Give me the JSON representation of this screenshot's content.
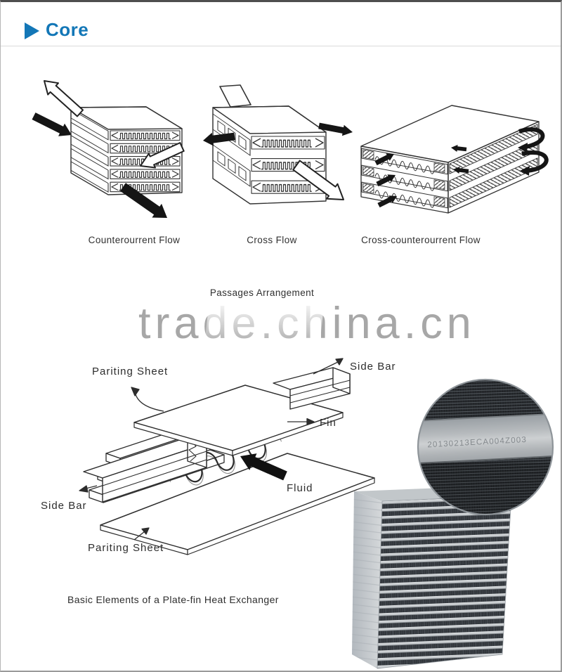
{
  "header": {
    "title": "Core"
  },
  "flow_section": {
    "captions": [
      "Counterourrent Flow",
      "Cross Flow",
      "Cross-counterourrent Flow"
    ],
    "subtitle": "Passages Arrangement"
  },
  "watermark": {
    "text": "trade.china.cn"
  },
  "exploded_diagram": {
    "labels": {
      "pariting_sheet_top": "Pariting Sheet",
      "side_bar_top": "Side Bar",
      "fin": "Fin",
      "fluid": "Fluid",
      "side_bar_left": "Side Bar",
      "pariting_sheet_bottom": "Pariting Sheet"
    },
    "caption": "Basic Elements of a Plate-fin Heat Exchanger"
  },
  "photo": {
    "serial_number": "20130213ECA004Z003"
  },
  "colors": {
    "accent_blue": "#1377b7",
    "watermark_gray": "#a3a3a3",
    "line": "#2d2d2d"
  }
}
